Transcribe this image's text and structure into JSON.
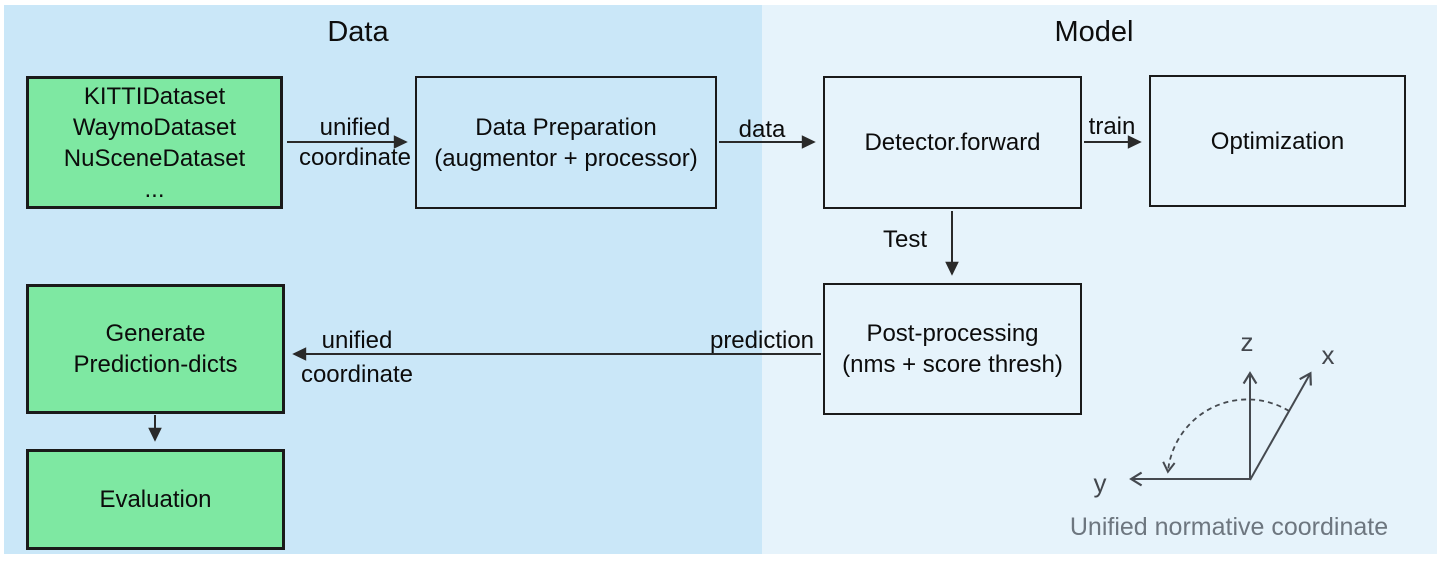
{
  "sections": {
    "data": {
      "title": "Data"
    },
    "model": {
      "title": "Model"
    }
  },
  "boxes": {
    "datasets": {
      "lines": [
        "KITTIDataset",
        "WaymoDataset",
        "NuSceneDataset",
        "..."
      ]
    },
    "data_preparation": {
      "lines": [
        "Data Preparation",
        "(augmentor + processor)"
      ]
    },
    "detector_forward": {
      "lines": [
        "Detector.forward"
      ]
    },
    "optimization": {
      "lines": [
        "Optimization"
      ]
    },
    "post_processing": {
      "lines": [
        "Post-processing",
        "(nms + score thresh)"
      ]
    },
    "generate_prediction": {
      "lines": [
        "Generate",
        "Prediction-dicts"
      ]
    },
    "evaluation": {
      "lines": [
        "Evaluation"
      ]
    }
  },
  "edge_labels": {
    "unified_top": [
      "unified",
      "coordinate"
    ],
    "data": "data",
    "train": "train",
    "test": "Test",
    "prediction": "prediction",
    "unified_bottom": [
      "unified",
      "coordinate"
    ]
  },
  "axes": {
    "z": "z",
    "x": "x",
    "y": "y",
    "caption": "Unified normative coordinate"
  },
  "colors": {
    "panel_data": "#cae7f8",
    "panel_model": "#e6f3fb",
    "box_green": "#7ee8a2",
    "box_border": "#1a1a1a",
    "arrow": "#2a2a2a",
    "axes": "#45494f",
    "caption_text": "#6d767f"
  }
}
